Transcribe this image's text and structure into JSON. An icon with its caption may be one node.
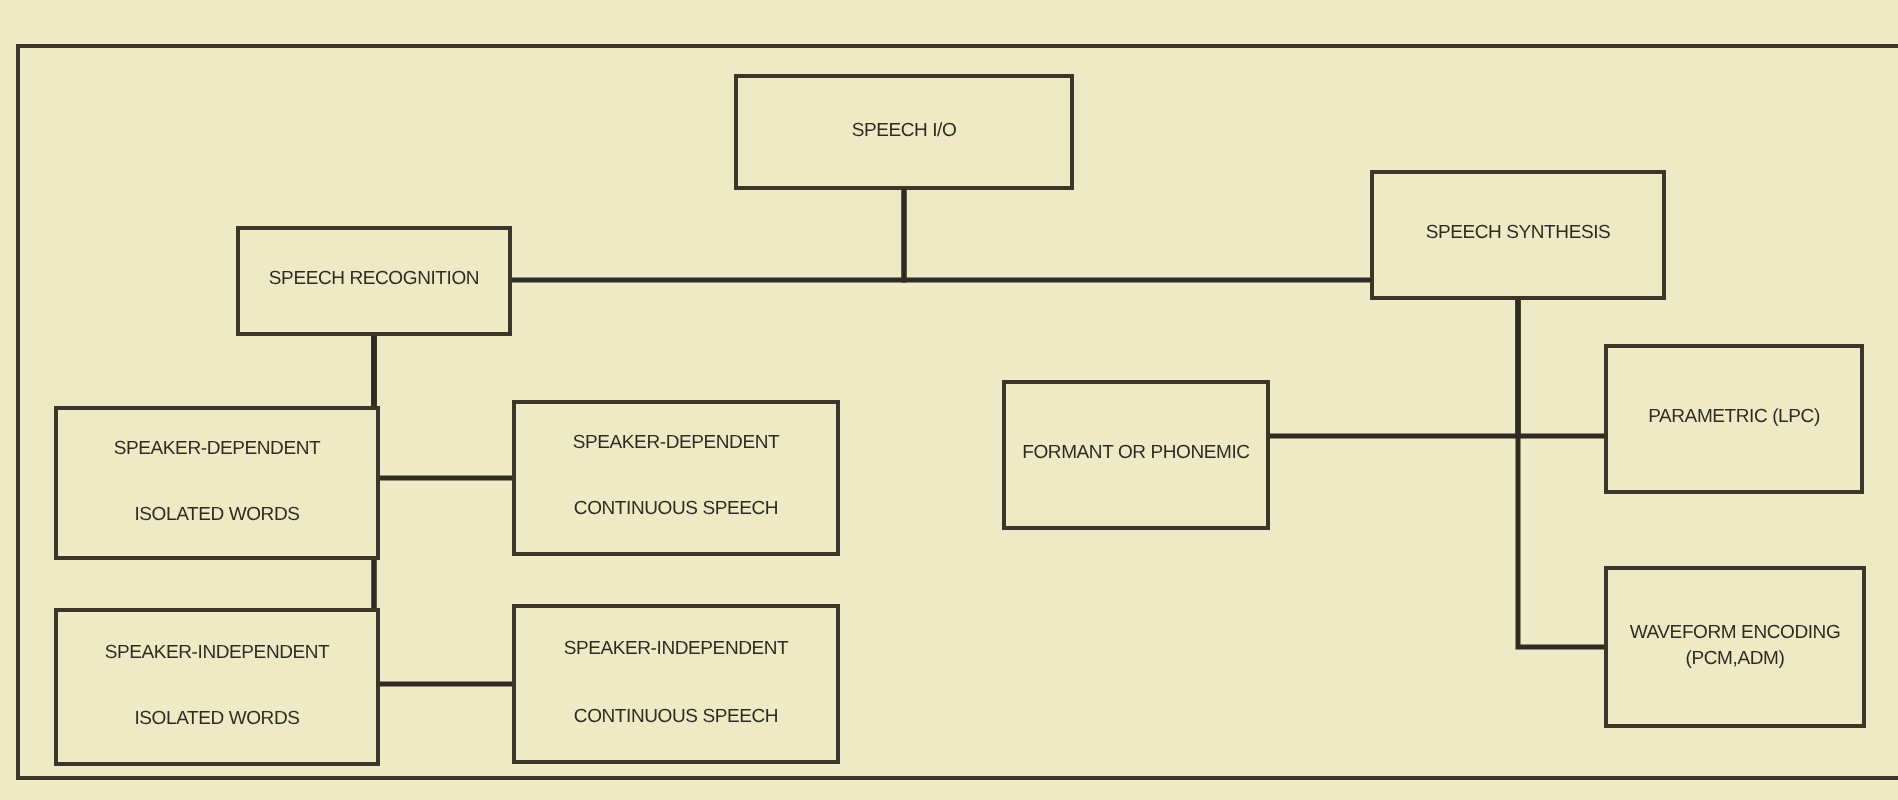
{
  "diagram": {
    "nodes": [
      {
        "text": [
          "SPEECH I/O"
        ]
      },
      {
        "text": [
          "SPEECH RECOGNITION"
        ]
      },
      {
        "text": [
          "SPEECH SYNTHESIS"
        ]
      },
      {
        "text": [
          "SPEAKER-DEPENDENT",
          "ISOLATED WORDS"
        ]
      },
      {
        "text": [
          "SPEAKER-DEPENDENT",
          "CONTINUOUS SPEECH"
        ]
      },
      {
        "text": [
          "SPEAKER-INDEPENDENT",
          "ISOLATED WORDS"
        ]
      },
      {
        "text": [
          "SPEAKER-INDEPENDENT",
          "CONTINUOUS SPEECH"
        ]
      },
      {
        "text": [
          "FORMANT OR PHONEMIC"
        ]
      },
      {
        "text": [
          "PARAMETRIC (LPC)"
        ]
      },
      {
        "text": [
          "WAVEFORM ENCODING (PCM,ADM)"
        ]
      }
    ],
    "edges": [
      {
        "from": 0,
        "to": 1,
        "arrow": "none"
      },
      {
        "from": 0,
        "to": 2,
        "arrow": "none"
      },
      {
        "from": 1,
        "to": 3,
        "arrow": "none"
      },
      {
        "from": 1,
        "to": 4,
        "arrow": "none"
      },
      {
        "from": 1,
        "to": 5,
        "arrow": "none"
      },
      {
        "from": 1,
        "to": 6,
        "arrow": "none"
      },
      {
        "from": 2,
        "to": 7,
        "arrow": "none"
      },
      {
        "from": 2,
        "to": 8,
        "arrow": "none"
      },
      {
        "from": 2,
        "to": 9,
        "arrow": "none"
      }
    ]
  }
}
